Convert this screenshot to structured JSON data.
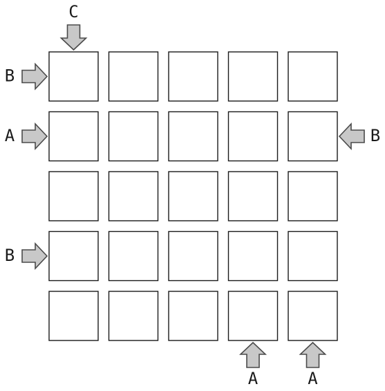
{
  "puzzle": {
    "rows": 5,
    "cols": 5,
    "colors": {
      "cell_border": "#1a1a1a",
      "arrow_fill": "#c8c8c8",
      "arrow_stroke": "#4a4a4a",
      "background": "#ffffff"
    },
    "clues": [
      {
        "side": "top",
        "index": 0,
        "label": "C",
        "icon": "down-arrow-icon"
      },
      {
        "side": "left",
        "index": 0,
        "label": "B",
        "icon": "right-arrow-icon"
      },
      {
        "side": "left",
        "index": 1,
        "label": "A",
        "icon": "right-arrow-icon"
      },
      {
        "side": "left",
        "index": 3,
        "label": "B",
        "icon": "right-arrow-icon"
      },
      {
        "side": "right",
        "index": 1,
        "label": "B",
        "icon": "left-arrow-icon"
      },
      {
        "side": "bottom",
        "index": 3,
        "label": "A",
        "icon": "up-arrow-icon"
      },
      {
        "side": "bottom",
        "index": 4,
        "label": "A",
        "icon": "up-arrow-icon"
      }
    ]
  }
}
